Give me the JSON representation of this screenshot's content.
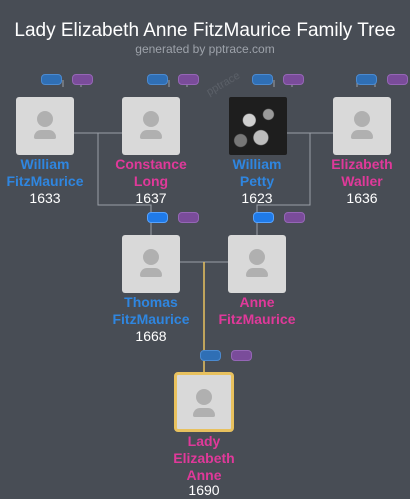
{
  "page": {
    "title": "Lady Elizabeth Anne FitzMaurice Family Tree",
    "subtitle": "generated by pptrace.com",
    "watermark": "pptrace"
  },
  "colors": {
    "background": "#484d55",
    "male": "#2f86e0",
    "female": "#e0399a",
    "line": "#9aa0a8",
    "descent_line": "#e8c15e"
  },
  "people": {
    "william_fitzmaurice": {
      "name_line1": "William",
      "name_line2": "FitzMaurice",
      "year": "1633",
      "gender": "male",
      "photo": false
    },
    "constance_long": {
      "name_line1": "Constance",
      "name_line2": "Long",
      "year": "1637",
      "gender": "female",
      "photo": false
    },
    "william_petty": {
      "name_line1": "William",
      "name_line2": "Petty",
      "year": "1623",
      "gender": "male",
      "photo": true
    },
    "elizabeth_waller": {
      "name_line1": "Elizabeth",
      "name_line2": "Waller",
      "year": "1636",
      "gender": "female",
      "photo": false
    },
    "thomas_fitzmaurice": {
      "name_line1": "Thomas",
      "name_line2": "FitzMaurice",
      "year": "1668",
      "gender": "male",
      "photo": false
    },
    "anne_fitzmaurice": {
      "name_line1": "Anne",
      "name_line2": "FitzMaurice",
      "year": "",
      "gender": "female",
      "photo": false
    },
    "lady_elizabeth_anne": {
      "name_line1": "Lady",
      "name_line2": "Elizabeth",
      "name_line3": "Anne",
      "year": "1690",
      "gender": "female",
      "photo": false,
      "is_subject": true
    }
  },
  "icons": {
    "avatar": "person-silhouette-icon",
    "photo": "portrait-photo-icon",
    "expand_male": "blue-pill-icon",
    "expand_female": "purple-pill-icon"
  }
}
